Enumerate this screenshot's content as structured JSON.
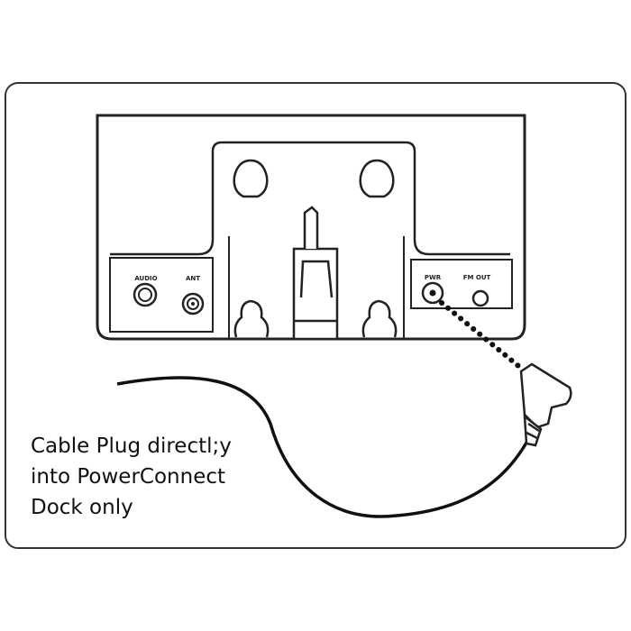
{
  "ports": {
    "audio": "AUDIO",
    "ant": "ANT",
    "pwr": "PWR",
    "fm_out": "FM OUT"
  },
  "caption": [
    "Cable Plug directl;y",
    "into PowerConnect",
    "Dock only"
  ]
}
